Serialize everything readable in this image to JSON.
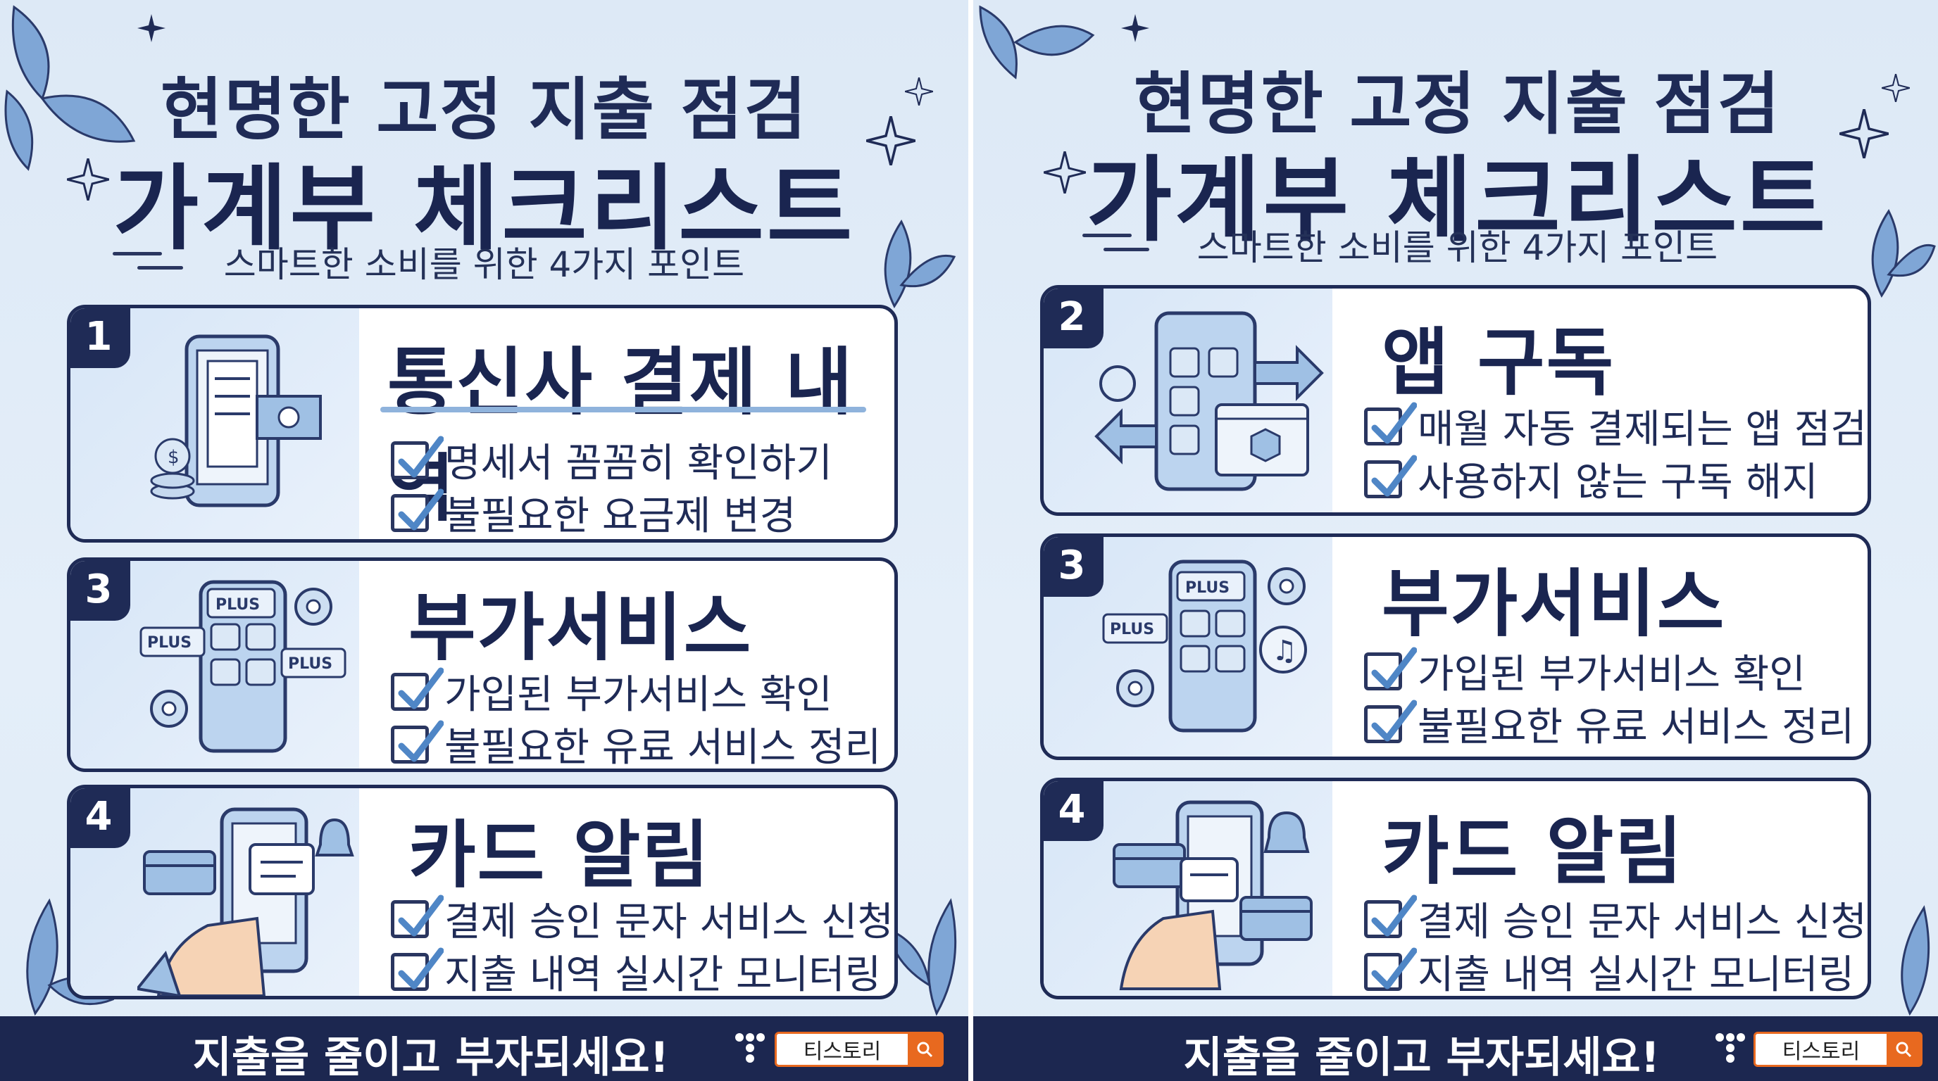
{
  "title_line1": "현명한 고정 지출 점검",
  "title_line2": "가계부 체크리스트",
  "subtitle": "스마트한 소비를 위한 4가지 포인트",
  "footer": {
    "slogan": "지출을 줄이고 부자되세요!",
    "blog_label": "티스토리"
  },
  "left_cards": [
    {
      "num": "1",
      "title": "통신사 결제 내역",
      "items": [
        "명세서 꼼꼼히 확인하기",
        "불필요한 요금제 변경"
      ],
      "icon": "phone-receipt-icon"
    },
    {
      "num": "3",
      "title": "부가서비스",
      "items": [
        "가입된 부가서비스 확인",
        "불필요한 유료 서비스 정리"
      ],
      "icon": "phone-plus-icon"
    },
    {
      "num": "4",
      "title": "카드 알림",
      "items": [
        "결제 승인 문자 서비스 신청",
        "지출 내역 실시간 모니터링"
      ],
      "icon": "phone-card-alert-icon"
    }
  ],
  "right_cards": [
    {
      "num": "2",
      "title": "앱 구독",
      "items": [
        "매월 자동 결제되는 앱 점검",
        "사용하지 않는 구독 해지"
      ],
      "icon": "phone-apps-icon"
    },
    {
      "num": "3",
      "title": "부가서비스",
      "items": [
        "가입된 부가서비스 확인",
        "불필요한 유료 서비스 정리"
      ],
      "icon": "phone-plus-icon"
    },
    {
      "num": "4",
      "title": "카드 알림",
      "items": [
        "결제 승인 문자 서비스 신청",
        "지출 내역 실시간 모니터링"
      ],
      "icon": "phone-card-alert-icon"
    }
  ],
  "icon_labels": {
    "plus": "PLUS"
  },
  "colors": {
    "navy": "#1f2b56",
    "accent": "#8fb3dc",
    "bg": "#e0ecf8",
    "orange": "#e8691f"
  }
}
